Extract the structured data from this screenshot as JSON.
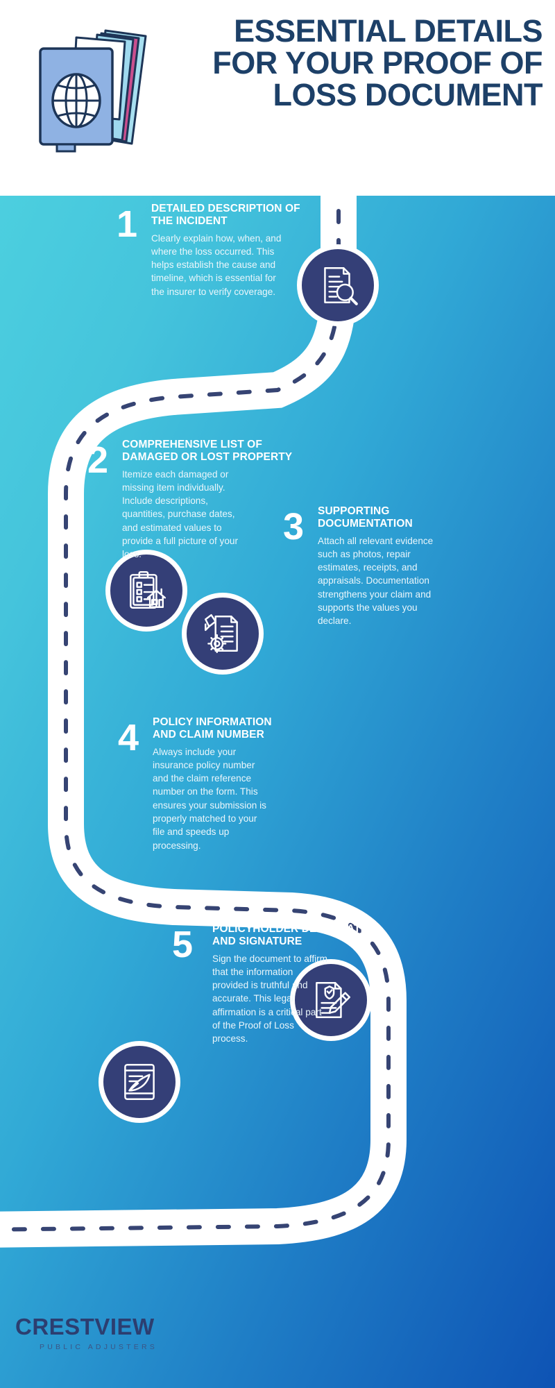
{
  "header": {
    "title": "ESSENTIAL DETAILS FOR YOUR PROOF OF LOSS DOCUMENT",
    "icon": "passport-documents-icon"
  },
  "colors": {
    "navy": "#1d4068",
    "node_fill": "#343f77",
    "gradient_start": "#4ccfdf",
    "gradient_end": "#0e53b4",
    "road": "#ffffff",
    "text_light": "#eaf6fb"
  },
  "steps": [
    {
      "number": "1",
      "heading": "DETAILED DESCRIPTION OF THE INCIDENT",
      "body": "Clearly explain how, when, and where the loss occurred. This helps establish the cause and timeline, which is essential for the insurer to verify coverage.",
      "icon": "document-magnifier-icon"
    },
    {
      "number": "2",
      "heading": "COMPREHENSIVE LIST OF DAMAGED OR LOST PROPERTY",
      "body": "Itemize each damaged or missing item individually. Include descriptions, quantities, purchase dates, and estimated values to provide a full picture of your loss.",
      "icon": "clipboard-house-icon"
    },
    {
      "number": "3",
      "heading": "SUPPORTING DOCUMENTATION",
      "body": "Attach all relevant evidence such as photos, repair estimates, receipts, and appraisals. Documentation strengthens your claim and supports the values you declare.",
      "icon": "document-pencil-gear-icon"
    },
    {
      "number": "4",
      "heading": "POLICY INFORMATION AND CLAIM NUMBER",
      "body": "Always include your insurance policy number and the claim reference number on the form. This ensures your submission is properly matched to your file and speeds up processing.",
      "icon": "verified-document-pencil-icon"
    },
    {
      "number": "5",
      "heading": "POLICYHOLDER DECLARATION AND SIGNATURE",
      "body": "Sign the document to affirm that the information provided is truthful and accurate. This legal affirmation is a critical part of the Proof of Loss process.",
      "icon": "scroll-quill-icon"
    }
  ],
  "footer": {
    "brand": "CRESTVIEW",
    "tagline": "PUBLIC ADJUSTERS"
  }
}
